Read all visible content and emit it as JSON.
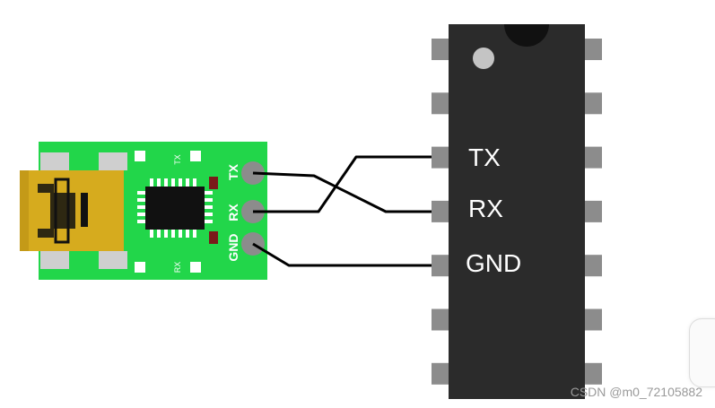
{
  "usb_board": {
    "pin_labels": [
      "TX",
      "RX",
      "GND"
    ],
    "top_led_label": "TX",
    "bottom_led_label": "RX",
    "colors": {
      "pcb": "#22d64a",
      "connector": "#d6ab1e",
      "chip": "#111111",
      "pin": "#8c8c8c"
    }
  },
  "ic": {
    "pin_labels": [
      "TX",
      "RX",
      "GND"
    ],
    "left_pin_count": 7,
    "right_pin_count": 7,
    "colors": {
      "body": "#2b2b2b",
      "pin": "#8c8c8c"
    }
  },
  "wires": {
    "color": "#000000",
    "connections": [
      {
        "from": "TX",
        "to": "RX"
      },
      {
        "from": "RX",
        "to": "TX"
      },
      {
        "from": "GND",
        "to": "GND"
      }
    ]
  },
  "watermark": "CSDN @m0_72105882"
}
